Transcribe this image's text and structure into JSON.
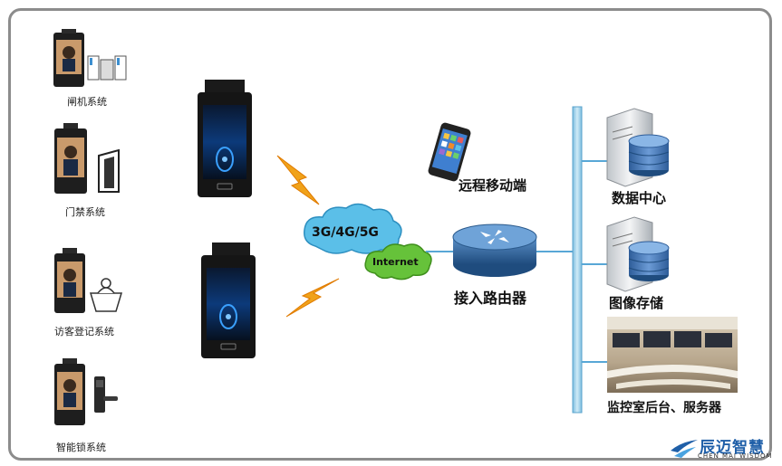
{
  "left_systems": {
    "gate": "闸机系统",
    "door": "门禁系统",
    "visitor": "访客登记系统",
    "lock": "智能锁系统"
  },
  "network": {
    "cloud_3g": "3G/4G/5G",
    "cloud_internet": "Internet",
    "mobile": "远程移动端",
    "router": "接入路由器"
  },
  "right_systems": {
    "data_center": "数据中心",
    "image_storage": "图像存储",
    "monitor_room": "监控室后台、服务器"
  },
  "logo": {
    "cn": "辰迈智慧",
    "en": "CHEN MAI WISDOM"
  },
  "colors": {
    "frame": "#8c8c8c",
    "bus": "#a7d4ea",
    "link": "#58a7d6",
    "cloud": "#5bbfe8",
    "cloud_internet": "#66c23a",
    "router": "#3a6fa6",
    "lightning": "#f0a21a",
    "logo": "#1f5fa8"
  }
}
